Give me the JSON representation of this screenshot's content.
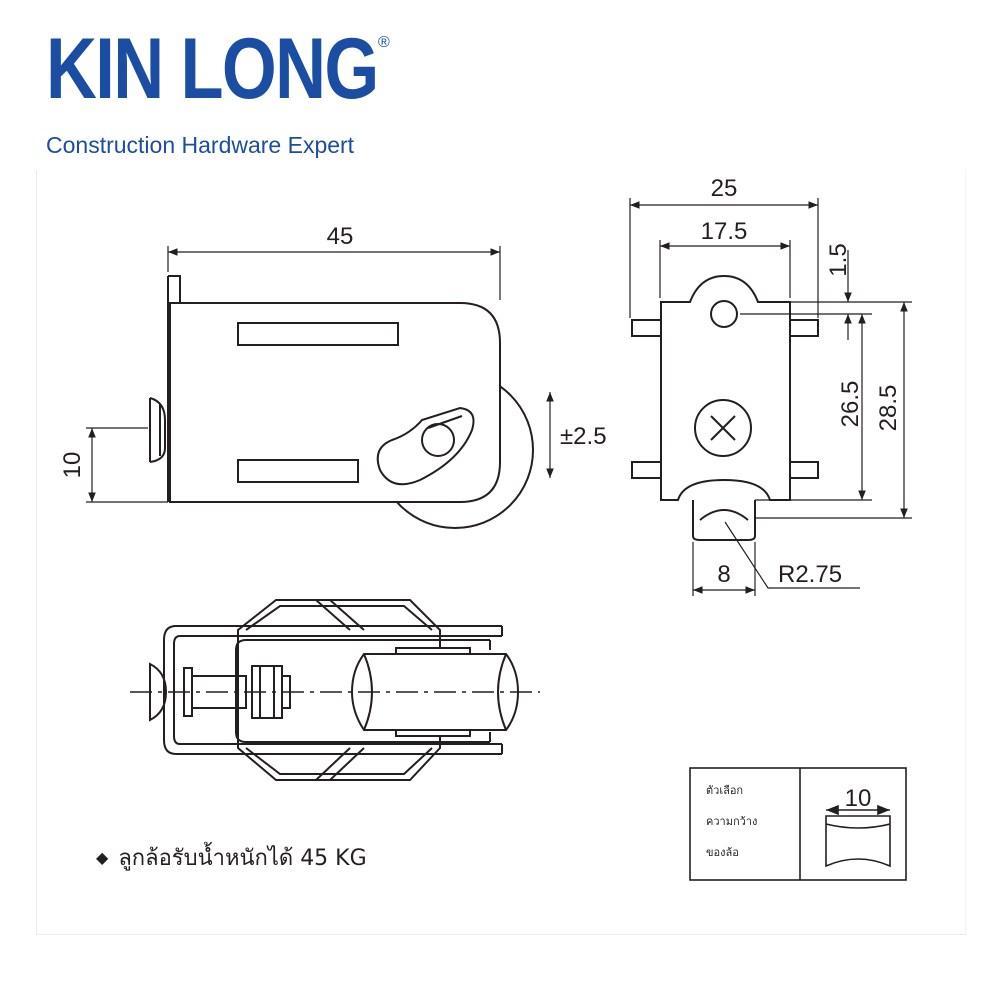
{
  "brand": {
    "name": "KIN LONG",
    "registered_mark": "®",
    "tagline": "Construction Hardware Expert",
    "color": "#1b4ea2"
  },
  "drawing": {
    "line_color": "#231f20",
    "dimensions": {
      "side_width": "45",
      "side_height": "10",
      "adjust_range": "±2.5",
      "front_width": "25",
      "front_inner_width": "17.5",
      "hole_offset": "1.5",
      "height_to_wheel": "26.5",
      "height_total": "28.5",
      "wheel_width": "8",
      "groove_radius": "R2.75"
    }
  },
  "option_table": {
    "label_lines": [
      "ตัวเลือก",
      "ความกว้าง",
      "ของล้อ"
    ],
    "width_value": "10"
  },
  "note": {
    "bullet": "◆",
    "text": "ลูกล้อรับน้ำหนักได้ 45 KG"
  }
}
